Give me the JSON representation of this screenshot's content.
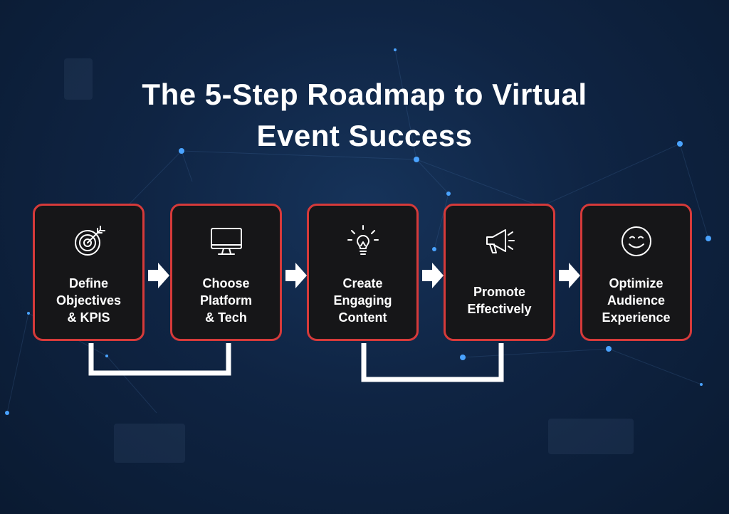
{
  "title": {
    "line1": "The 5-Step Roadmap to Virtual",
    "line2": "Event Success"
  },
  "colors": {
    "accent_border": "#d63a3a",
    "box_fill": "#161618",
    "text": "#ffffff",
    "background": "#0f2443",
    "node_glow": "#4aa3ff"
  },
  "steps": [
    {
      "label": "Define\nObjectives\n& KPIS",
      "icon": "target-icon"
    },
    {
      "label": "Choose\nPlatform\n& Tech",
      "icon": "monitor-icon"
    },
    {
      "label": "Create\nEngaging\nContent",
      "icon": "lightbulb-icon"
    },
    {
      "label": "Promote\nEffectively",
      "icon": "megaphone-icon"
    },
    {
      "label": "Optimize\nAudience\nExperience",
      "icon": "smiley-icon"
    }
  ]
}
